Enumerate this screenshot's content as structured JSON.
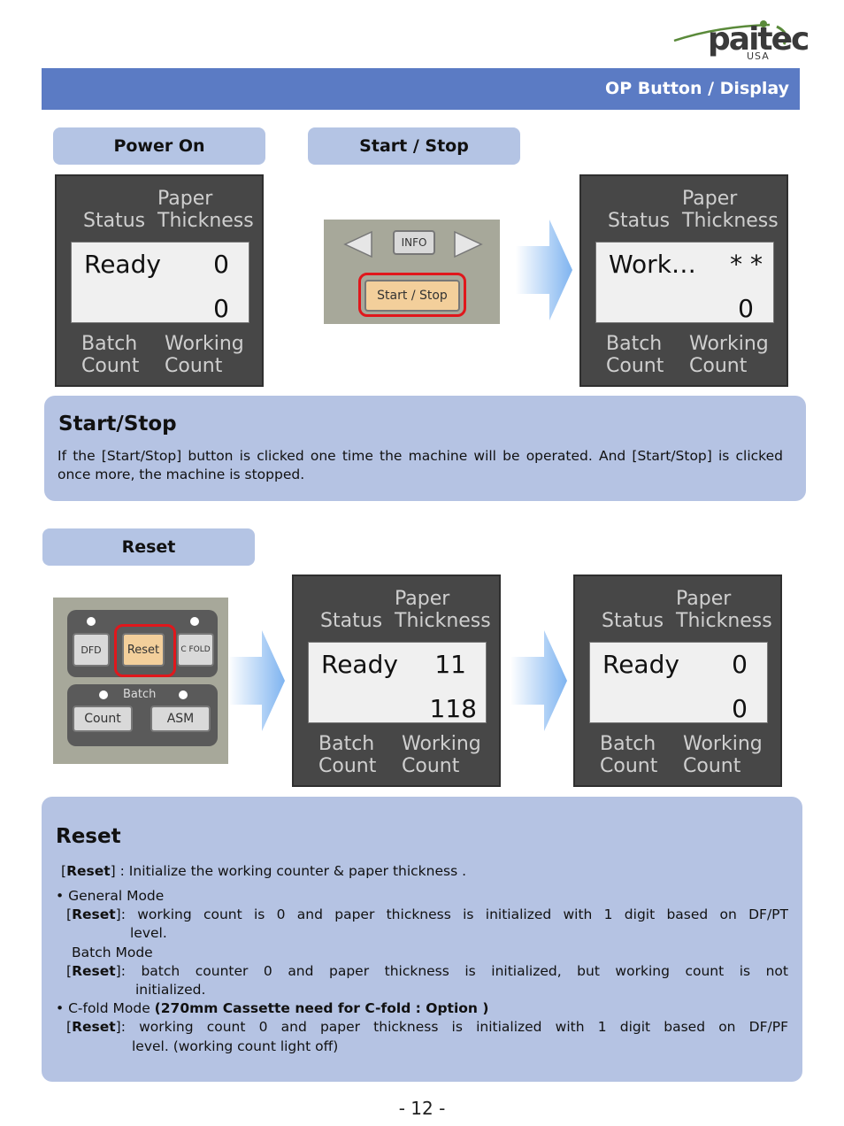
{
  "logo": {
    "brand": "paitec",
    "sub": "USA"
  },
  "header": {
    "title": "OP Button / Display"
  },
  "tabs": {
    "power_on": "Power On",
    "start_stop": "Start / Stop",
    "reset": "Reset"
  },
  "lcd_labels": {
    "paper": "Paper",
    "status": "Status",
    "thickness": "Thickness",
    "batch": "Batch",
    "count": "Count",
    "working": "Working"
  },
  "displays": {
    "power_on": {
      "status": "Ready",
      "thickness": "0",
      "count": "0"
    },
    "working": {
      "status": "Work…",
      "thickness": "* *",
      "count": "0"
    },
    "before_reset": {
      "status": "Ready",
      "thickness": "11",
      "count": "118"
    },
    "after_reset": {
      "status": "Ready",
      "thickness": "0",
      "count": "0"
    }
  },
  "panel1": {
    "info": "INFO",
    "start_stop": "Start / Stop"
  },
  "panel2": {
    "dfd": "DFD",
    "reset": "Reset",
    "cfold": "C FOLD",
    "batch": "Batch",
    "count": "Count",
    "asm": "ASM"
  },
  "start_stop_info": {
    "title": "Start/Stop",
    "text": "If the [Start/Stop] button is clicked one time the machine will be operated. And [Start/Stop] is clicked once more, the machine is stopped."
  },
  "reset_info": {
    "title": "Reset",
    "intro_key": "Reset",
    "intro": "] : Initialize the working counter & paper thickness .",
    "general_mode": "• General Mode",
    "general_key": "Reset",
    "general_line1": "]:  working  count  is  0  and  paper  thickness  is  initialized  with  1  digit  based  on  DF/PT",
    "general_line2": "level.",
    "batch_mode": "Batch Mode",
    "batch_key": "Reset",
    "batch_line1": "]:  batch  counter  0  and  paper  thickness  is  initialized,  but  working  count  is  not",
    "batch_line2": "initialized.",
    "cfold_mode": "• C-fold Mode",
    "cfold_bold": "(270mm Cassette need for C-fold : Option )",
    "cfold_key": "Reset",
    "cfold_line1": "]:  working  count  0  and  paper  thickness  is  initialized  with  1  digit  based  on  DF/PF",
    "cfold_line2": "level. (working count light off)"
  },
  "page_number": "- 12 -"
}
